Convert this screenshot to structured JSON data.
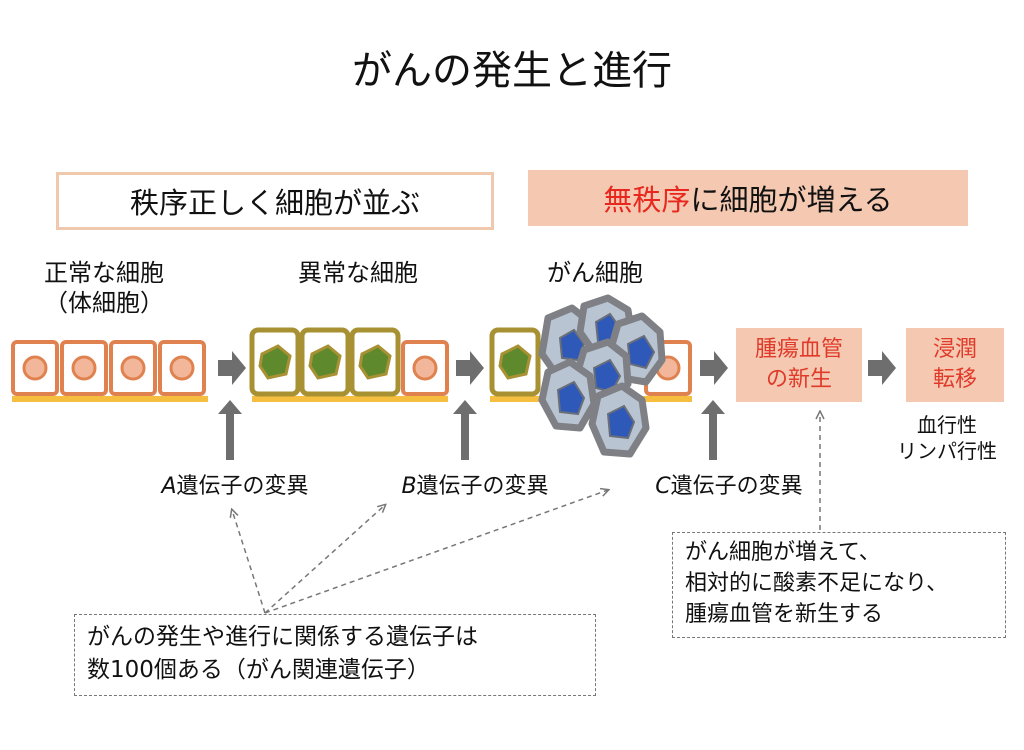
{
  "title": "がんの発生と進行",
  "ordered_box": "秩序正しく細胞が並ぶ",
  "disordered_box": {
    "red": "無秩序",
    "rest": "に細胞が増える"
  },
  "cells": {
    "normal": [
      "正常な細胞",
      "（体細胞）"
    ],
    "abnormal": "異常な細胞",
    "cancer": "がん細胞"
  },
  "mutations": {
    "a": {
      "letter": "A",
      "text": "遺伝子の変異"
    },
    "b": {
      "letter": "B",
      "text": "遺伝子の変異"
    },
    "c": {
      "letter": "C",
      "text": "遺伝子の変異"
    }
  },
  "angiogenesis": [
    "腫瘍血管",
    "の新生"
  ],
  "invasion": [
    "浸潤",
    "転移"
  ],
  "spread": [
    "血行性",
    "リンパ行性"
  ],
  "note_right": [
    "がん細胞が増えて、",
    "相対的に酸素不足になり、",
    "腫瘍血管を新生する"
  ],
  "note_bottom": [
    "がんの発生や進行に関係する遺伝子は",
    "数100個ある（がん関連遺伝子）"
  ],
  "colors": {
    "normal_border": "#E0824F",
    "normal_nucleus": "#F2B79A",
    "abnormal_border": "#A89133",
    "abnormal_nucleus": "#5E8A2D",
    "cancer_border": "#7E8085",
    "cancer_fill": "#B9C4D2",
    "cancer_nucleus": "#2F59B8",
    "basement": "#F5BE3E",
    "arrow": "#6E6E6E",
    "highlight": "#E8281E"
  }
}
